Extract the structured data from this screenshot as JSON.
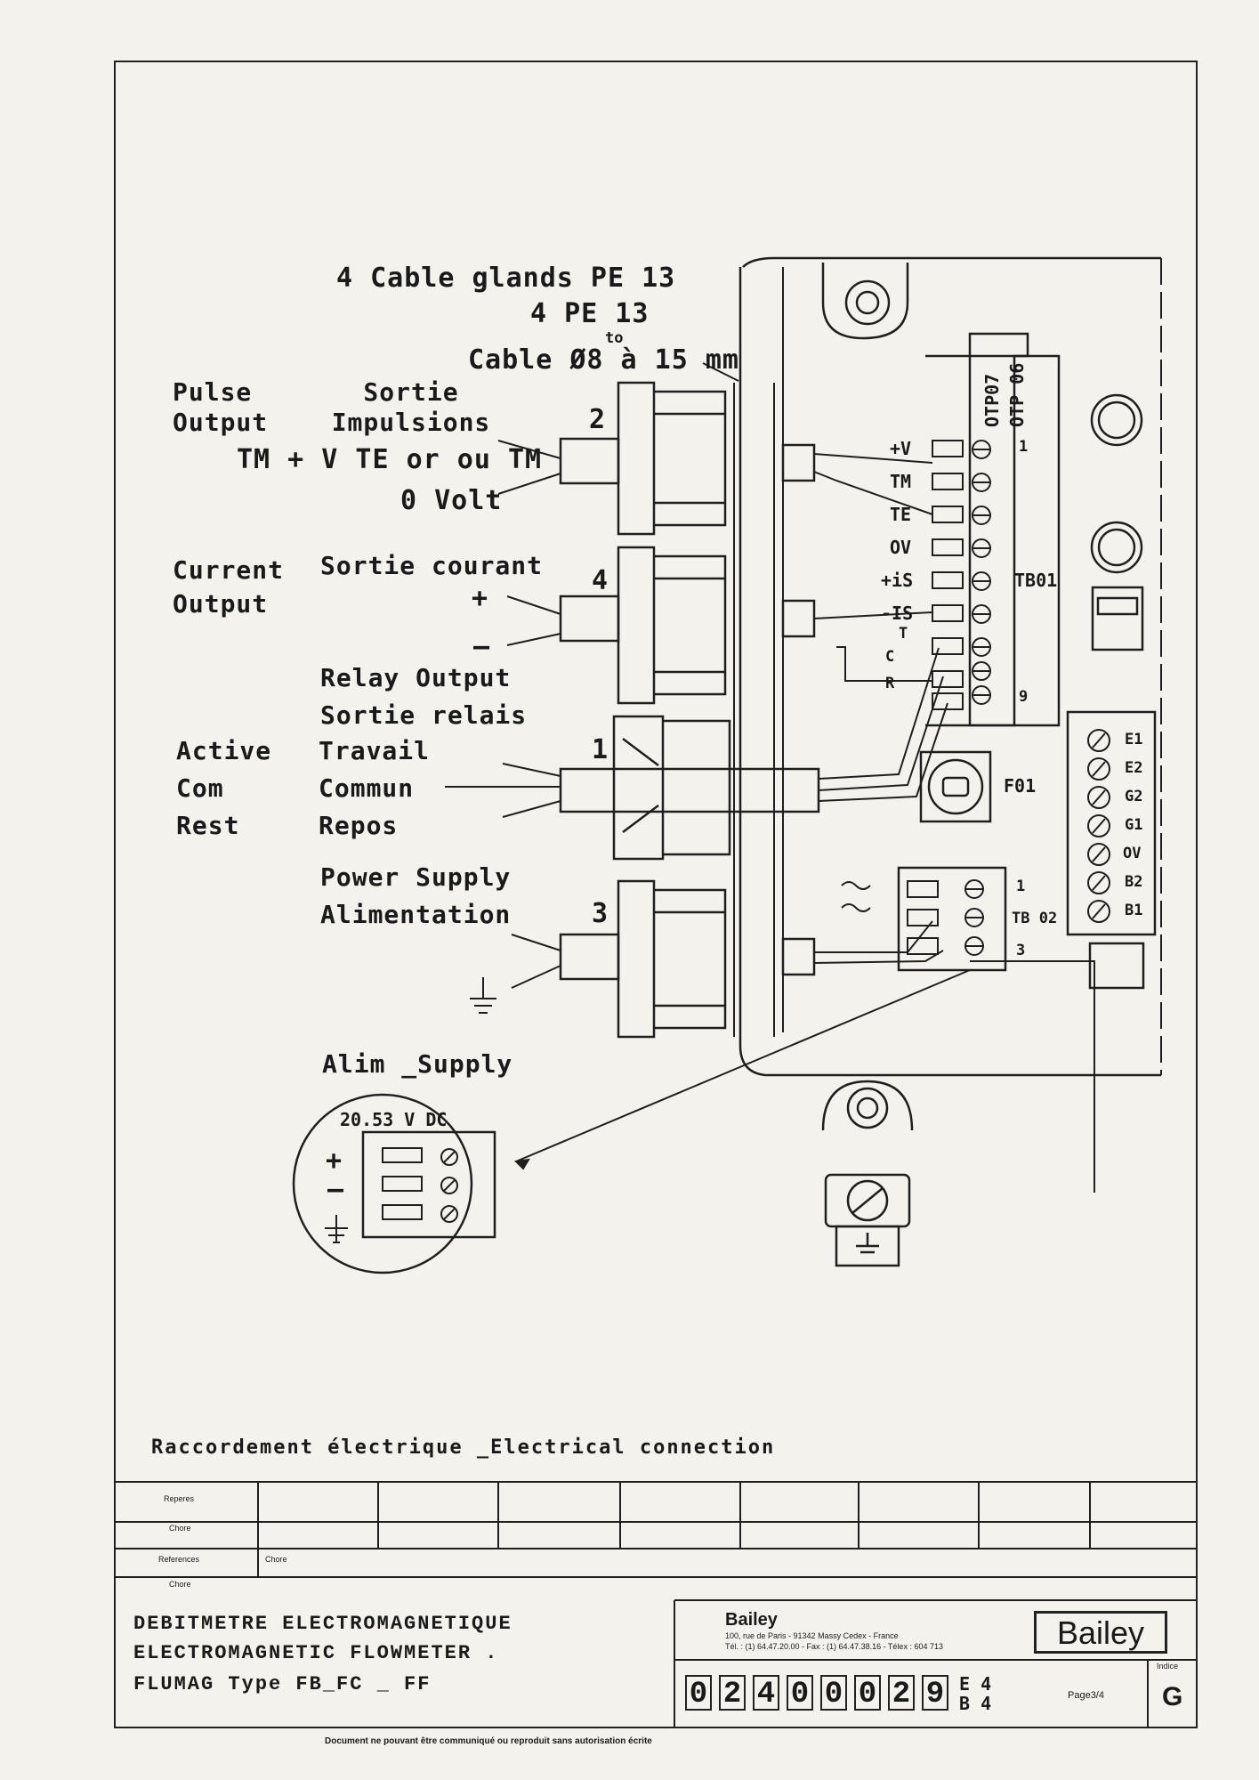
{
  "labels": {
    "cable_glands": "4 Cable glands PE 13",
    "pe13": "4 PE 13",
    "cable_size": "Cable Ø8 à 15 mm",
    "cable_size_to": "to",
    "pulse_output_en": "Pulse Output",
    "pulse_output_fr": "Sortie Impulsions",
    "pulse_signals": "TM + V  TE or ou TM",
    "zero_volt": "0 Volt",
    "current_output_en": "Current Output",
    "current_output_fr": "Sortie courant",
    "plus": "+",
    "minus": "–",
    "relay_output_en": "Relay Output",
    "relay_output_fr": "Sortie relais",
    "active": "Active",
    "com": "Com",
    "rest": "Rest",
    "travail": "Travail",
    "commun": "Commun",
    "repos": "Repos",
    "power_supply_en": "Power Supply",
    "power_supply_fr": "Alimentation",
    "alim_supply": "Alim _Supply",
    "voltage": "20.53 V DC",
    "gland_2": "2",
    "gland_4": "4",
    "gland_1": "1",
    "gland_3": "3"
  },
  "terminal_board": {
    "tb01": "TB01",
    "tb02": "TB 02",
    "fo1": "F01",
    "otp07": "OTP07",
    "otp06": "OTP 06",
    "tb01_pins": [
      "+V",
      "TM",
      "TE",
      "OV",
      "+iS",
      "-IS",
      "T",
      "C",
      "R"
    ],
    "tb01_first": "1",
    "tb01_last": "9",
    "tb02_first": "1",
    "tb02_last": "3",
    "right_pins": [
      "E1",
      "E2",
      "G2",
      "G1",
      "OV",
      "B2",
      "B1"
    ]
  },
  "caption": "Raccordement électrique  _Electrical connection",
  "title_block": {
    "row_reperes": "Reperes",
    "row_chore": "Chore",
    "row_references": "References",
    "row_chore_cell": "Chore",
    "row_chore2": "Chore",
    "title_fr": "DEBITMETRE ELECTROMAGNETIQUE",
    "title_en": "ELECTROMAGNETIC FLOWMETER .",
    "model": "FLUMAG Type FB_FC _ FF",
    "company": "Bailey",
    "address": "100, rue de Paris - 91342 Massy Cedex - France",
    "phone": "Tél. : (1) 64.47.20.00 - Fax : (1) 64.47.38.16 - Télex : 604 713",
    "logo": "Bailey",
    "doc_digits": [
      "0",
      "2",
      "4",
      "0",
      "0",
      "0",
      "2",
      "9"
    ],
    "e4": "E 4",
    "b4": "B 4",
    "page": "Page3/4",
    "indice_label": "Indice",
    "indice": "G"
  },
  "footer_note": "Document ne pouvant être communiqué ou reproduit sans autorisation écrite"
}
